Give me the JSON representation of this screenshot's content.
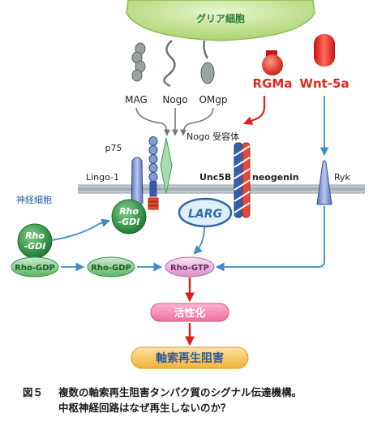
{
  "labels": {
    "glia": "グリア細胞",
    "mag": "MAG",
    "nogo": "Nogo",
    "omgp": "OMgp",
    "rgma": "RGMa",
    "wnt5a": "Wnt-5a",
    "p75": "p75",
    "nogo_receptor": "Nogo 受容体",
    "lingo1": "Lingo-1",
    "unc5b": "Unc5B",
    "neogenin": "neogenin",
    "ryk": "Ryk",
    "neuron": "神経細胞",
    "rho_gdi_bound_1": "Rho",
    "rho_gdi_bound_2": "-GDI",
    "rho_gdi_free_1": "Rho",
    "rho_gdi_free_2": "-GDI",
    "larg": "LARG",
    "rho_gdp_1": "Rho-GDP",
    "rho_gdp_2": "Rho-GDP",
    "rho_gtp": "Rho-GTP",
    "activation": "活性化",
    "inhibition": "軸索再生阻害"
  },
  "caption": {
    "fig_no": "図５",
    "line1": "複数の軸索再生阻害タンパク質のシグナル伝達機構。",
    "line2": "中枢神経回路はなぜ再生しないのか？"
  },
  "colors": {
    "glia_fill": "#bfe08a",
    "signal_arrow": "#3a8cc8",
    "red_arrow": "#e0201a",
    "rgma_red": "#e02a20",
    "membrane": "#a9b6bd",
    "rho_green": "#2f9a48",
    "rho_gtp_pink": "#e6a8d8",
    "activation_pink": "#f07aa8",
    "inhibition_orange": "#f6c24a",
    "larg_blue": "#2e6aa8"
  }
}
